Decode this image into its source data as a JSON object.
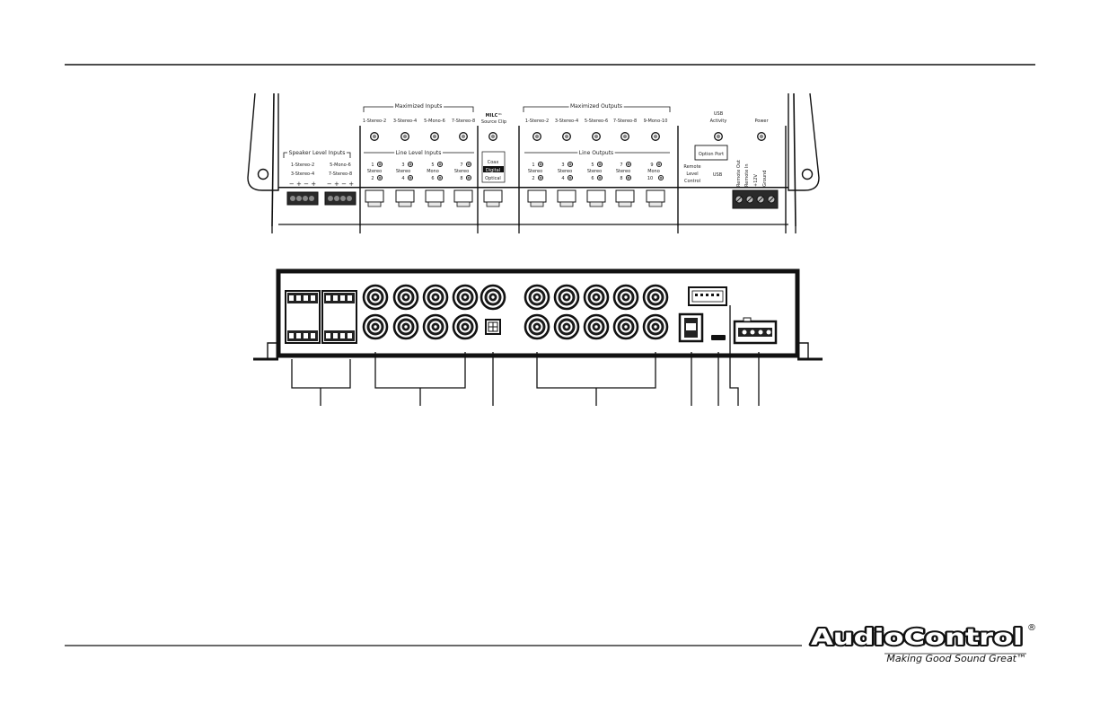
{
  "top_panel": {
    "speaker_inputs_title": "Speaker Level Inputs",
    "speaker_ch_a1": "1-Stereo-2",
    "speaker_ch_a2": "3-Stereo-4",
    "speaker_ch_b1": "5-Mono-6",
    "speaker_ch_b2": "7-Stereo-8",
    "polarity_a": "− + − +",
    "polarity_b": "− + − +",
    "maximized_inputs_title": "Maximized Inputs",
    "max_in_labels": [
      "1-Stereo-2",
      "3-Stereo-4",
      "5-Mono-6",
      "7-Stereo-8"
    ],
    "line_inputs_title": "Line Level Inputs",
    "line_in_top": [
      "1",
      "3",
      "5",
      "7"
    ],
    "line_in_mid": [
      "Stereo",
      "Stereo",
      "Mono",
      "Stereo"
    ],
    "line_in_bot": [
      "2",
      "4",
      "6",
      "8"
    ],
    "mlc_title": "MILC™",
    "mlc_sub": "Source Clip",
    "coax": "Coax",
    "digital": "Digital",
    "optical": "Optical",
    "maximized_outputs_title": "Maximized Outputs",
    "max_out_labels": [
      "1-Stereo-2",
      "3-Stereo-4",
      "5-Stereo-6",
      "7-Stereo-8",
      "9-Mono-10"
    ],
    "line_outputs_title": "Line Outputs",
    "line_out_top": [
      "1",
      "3",
      "5",
      "7",
      "9"
    ],
    "line_out_mid": [
      "Stereo",
      "Stereo",
      "Stereo",
      "Stereo",
      "Mono"
    ],
    "line_out_bot": [
      "2",
      "4",
      "6",
      "8",
      "10"
    ],
    "usb_activity_1": "USB",
    "usb_activity_2": "Activity",
    "option_port": "Option Port",
    "usb": "USB",
    "remote_1": "Remote",
    "remote_2": "Level",
    "remote_3": "Control",
    "power": "Power",
    "power_terminals": [
      "Remote Out",
      "Remote In",
      "+12V",
      "Ground"
    ]
  },
  "brand": {
    "name": "AudioControl",
    "registered": "®",
    "tagline": "Making Good Sound Great™"
  },
  "colors": {
    "ink": "#1a1a1a",
    "paper": "#ffffff"
  }
}
